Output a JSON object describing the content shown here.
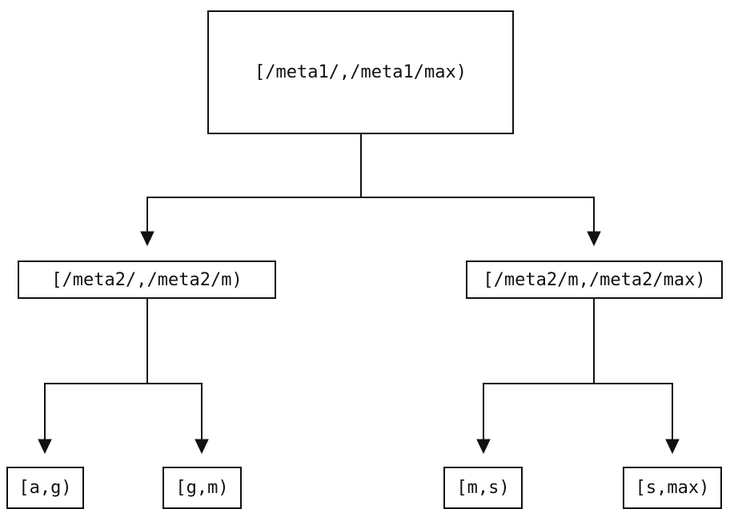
{
  "diagram": {
    "type": "tree",
    "nodes": {
      "root": {
        "label": "[/meta1/,/meta1/max)"
      },
      "left": {
        "label": "[/meta2/,/meta2/m)"
      },
      "right": {
        "label": "[/meta2/m,/meta2/max)"
      },
      "leaf_ag": {
        "label": "[a,g)"
      },
      "leaf_gm": {
        "label": "[g,m)"
      },
      "leaf_ms": {
        "label": "[m,s)"
      },
      "leaf_smax": {
        "label": "[s,max)"
      }
    },
    "edges": [
      {
        "from": "root",
        "to": "left"
      },
      {
        "from": "root",
        "to": "right"
      },
      {
        "from": "left",
        "to": "leaf_ag"
      },
      {
        "from": "left",
        "to": "leaf_gm"
      },
      {
        "from": "right",
        "to": "leaf_ms"
      },
      {
        "from": "right",
        "to": "leaf_smax"
      }
    ],
    "colors": {
      "stroke": "#111111",
      "text": "#111111",
      "background": "#ffffff"
    }
  }
}
